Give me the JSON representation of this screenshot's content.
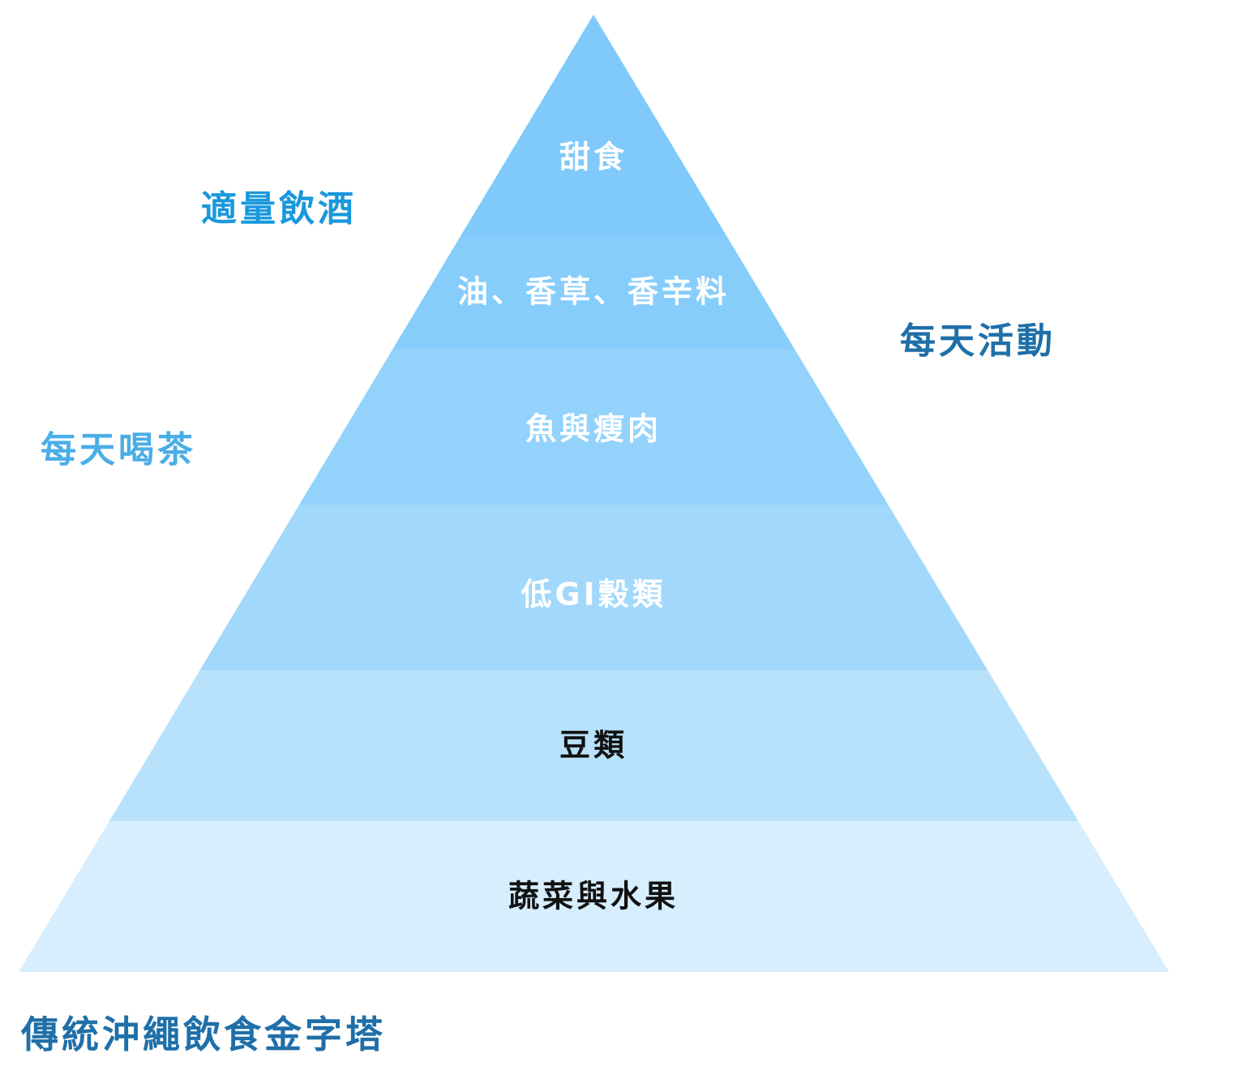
{
  "title": {
    "text": "傳統沖繩飲食金字塔",
    "color": "#1f6fa8"
  },
  "side_labels": {
    "alcohol": {
      "text": "適量飲酒",
      "color": "#1a98db"
    },
    "activity": {
      "text": "每天活動",
      "color": "#1f6fa8"
    },
    "tea": {
      "text": "每天喝茶",
      "color": "#4aaee6"
    }
  },
  "tiers": [
    {
      "label": "甜食",
      "fill": "#7fcafa",
      "text_color": "#ffffff"
    },
    {
      "label": "油、香草、香辛料",
      "fill": "#86cdfb",
      "text_color": "#ffffff"
    },
    {
      "label": "魚與瘦肉",
      "fill": "#92d2fb",
      "text_color": "#ffffff"
    },
    {
      "label": "低GI穀類",
      "fill": "#a2d8fb",
      "text_color": "#ffffff"
    },
    {
      "label": "豆類",
      "fill": "#b8e2fc",
      "text_color": "#111111"
    },
    {
      "label": "蔬菜與水果",
      "fill": "#d6eefd",
      "text_color": "#111111"
    }
  ]
}
